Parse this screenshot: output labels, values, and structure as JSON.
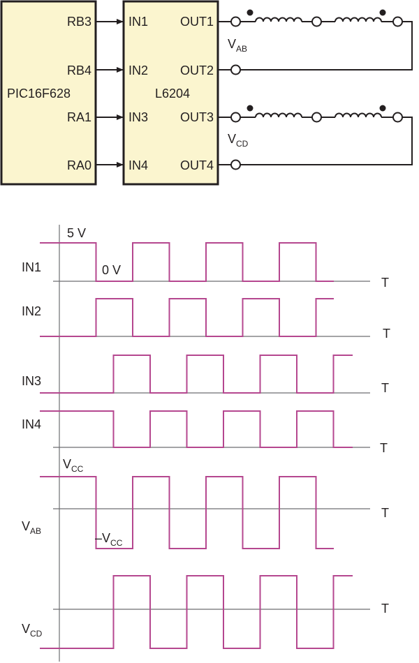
{
  "circuit": {
    "mcu": {
      "name": "PIC16F628",
      "pins": [
        "RB3",
        "RB4",
        "RA1",
        "RA0"
      ]
    },
    "driver": {
      "name": "L6204",
      "inputs": [
        "IN1",
        "IN2",
        "IN3",
        "IN4"
      ],
      "outputs": [
        "OUT1",
        "OUT2",
        "OUT3",
        "OUT4"
      ]
    },
    "winding_voltages": [
      {
        "main": "V",
        "sub": "AB"
      },
      {
        "main": "V",
        "sub": "CD"
      }
    ]
  },
  "timing": {
    "channels": [
      {
        "name": "IN1",
        "sequence": [
          1,
          0,
          1,
          0,
          1,
          0,
          1,
          0
        ],
        "levels": "logic"
      },
      {
        "name": "IN2",
        "sequence": [
          0,
          1,
          0,
          1,
          0,
          1,
          0,
          1
        ],
        "levels": "logic"
      },
      {
        "name": "IN3",
        "sequence": [
          0,
          1,
          0,
          1,
          0,
          1,
          0,
          1
        ],
        "levels": "logic",
        "phase": "quarter-cycle delayed"
      },
      {
        "name": "IN4",
        "sequence": [
          1,
          0,
          1,
          0,
          1,
          0,
          1,
          0
        ],
        "levels": "logic",
        "phase": "quarter-cycle delayed"
      },
      {
        "name": "VAB",
        "label_main": "V",
        "label_sub": "AB",
        "sequence": [
          1,
          -1,
          1,
          -1,
          1,
          -1,
          1,
          -1
        ],
        "levels": "bipolar"
      },
      {
        "name": "VCD",
        "label_main": "V",
        "label_sub": "CD",
        "sequence": [
          -1,
          1,
          -1,
          1,
          -1,
          1,
          -1,
          1
        ],
        "levels": "bipolar",
        "phase": "quarter-cycle delayed"
      }
    ],
    "time_axis_label": "T",
    "annotations": {
      "high_level": "5 V",
      "low_level": "0 V",
      "vcc_main": "V",
      "vcc_sub": "CC",
      "neg_vcc_main": "–V",
      "neg_vcc_sub": "CC"
    }
  },
  "colors": {
    "waveform": "#b5478f",
    "box_fill": "#fbf5cf",
    "ink": "#231f20",
    "axis": "#6d6e71"
  }
}
